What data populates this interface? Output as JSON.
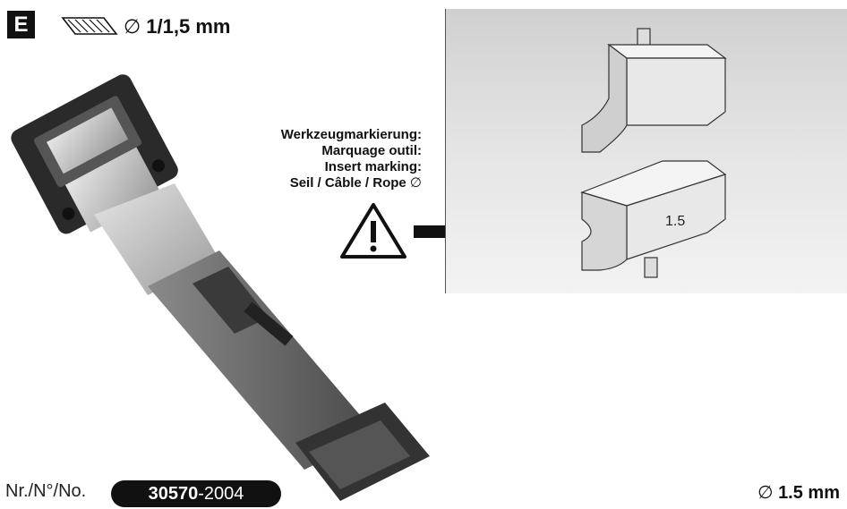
{
  "header": {
    "section_letter": "E",
    "diameter_symbol": "∅",
    "rope_spec": "1/1,5 mm"
  },
  "marking": {
    "line1": "Werkzeugmarkierung:",
    "line2": "Marquage outil:",
    "line3": "Insert marking:",
    "line4_text": "Seil / Câble / Rope",
    "line4_symbol": "∅"
  },
  "insert": {
    "stamp": "1.5"
  },
  "footer": {
    "order_label": "Nr./N°/No.",
    "order_number_bold": "30570",
    "order_number_suffix": "-2004",
    "diameter_symbol": "∅",
    "diameter_value": "1.5 mm"
  },
  "colors": {
    "badge": "#111111",
    "panel_top": "#d0d0d0",
    "panel_bottom": "#f3f3f3",
    "tool_body": "#7a7a7a"
  },
  "icons": [
    "rope-cross-section-icon",
    "warning-triangle-icon",
    "arrow-right-icon"
  ]
}
